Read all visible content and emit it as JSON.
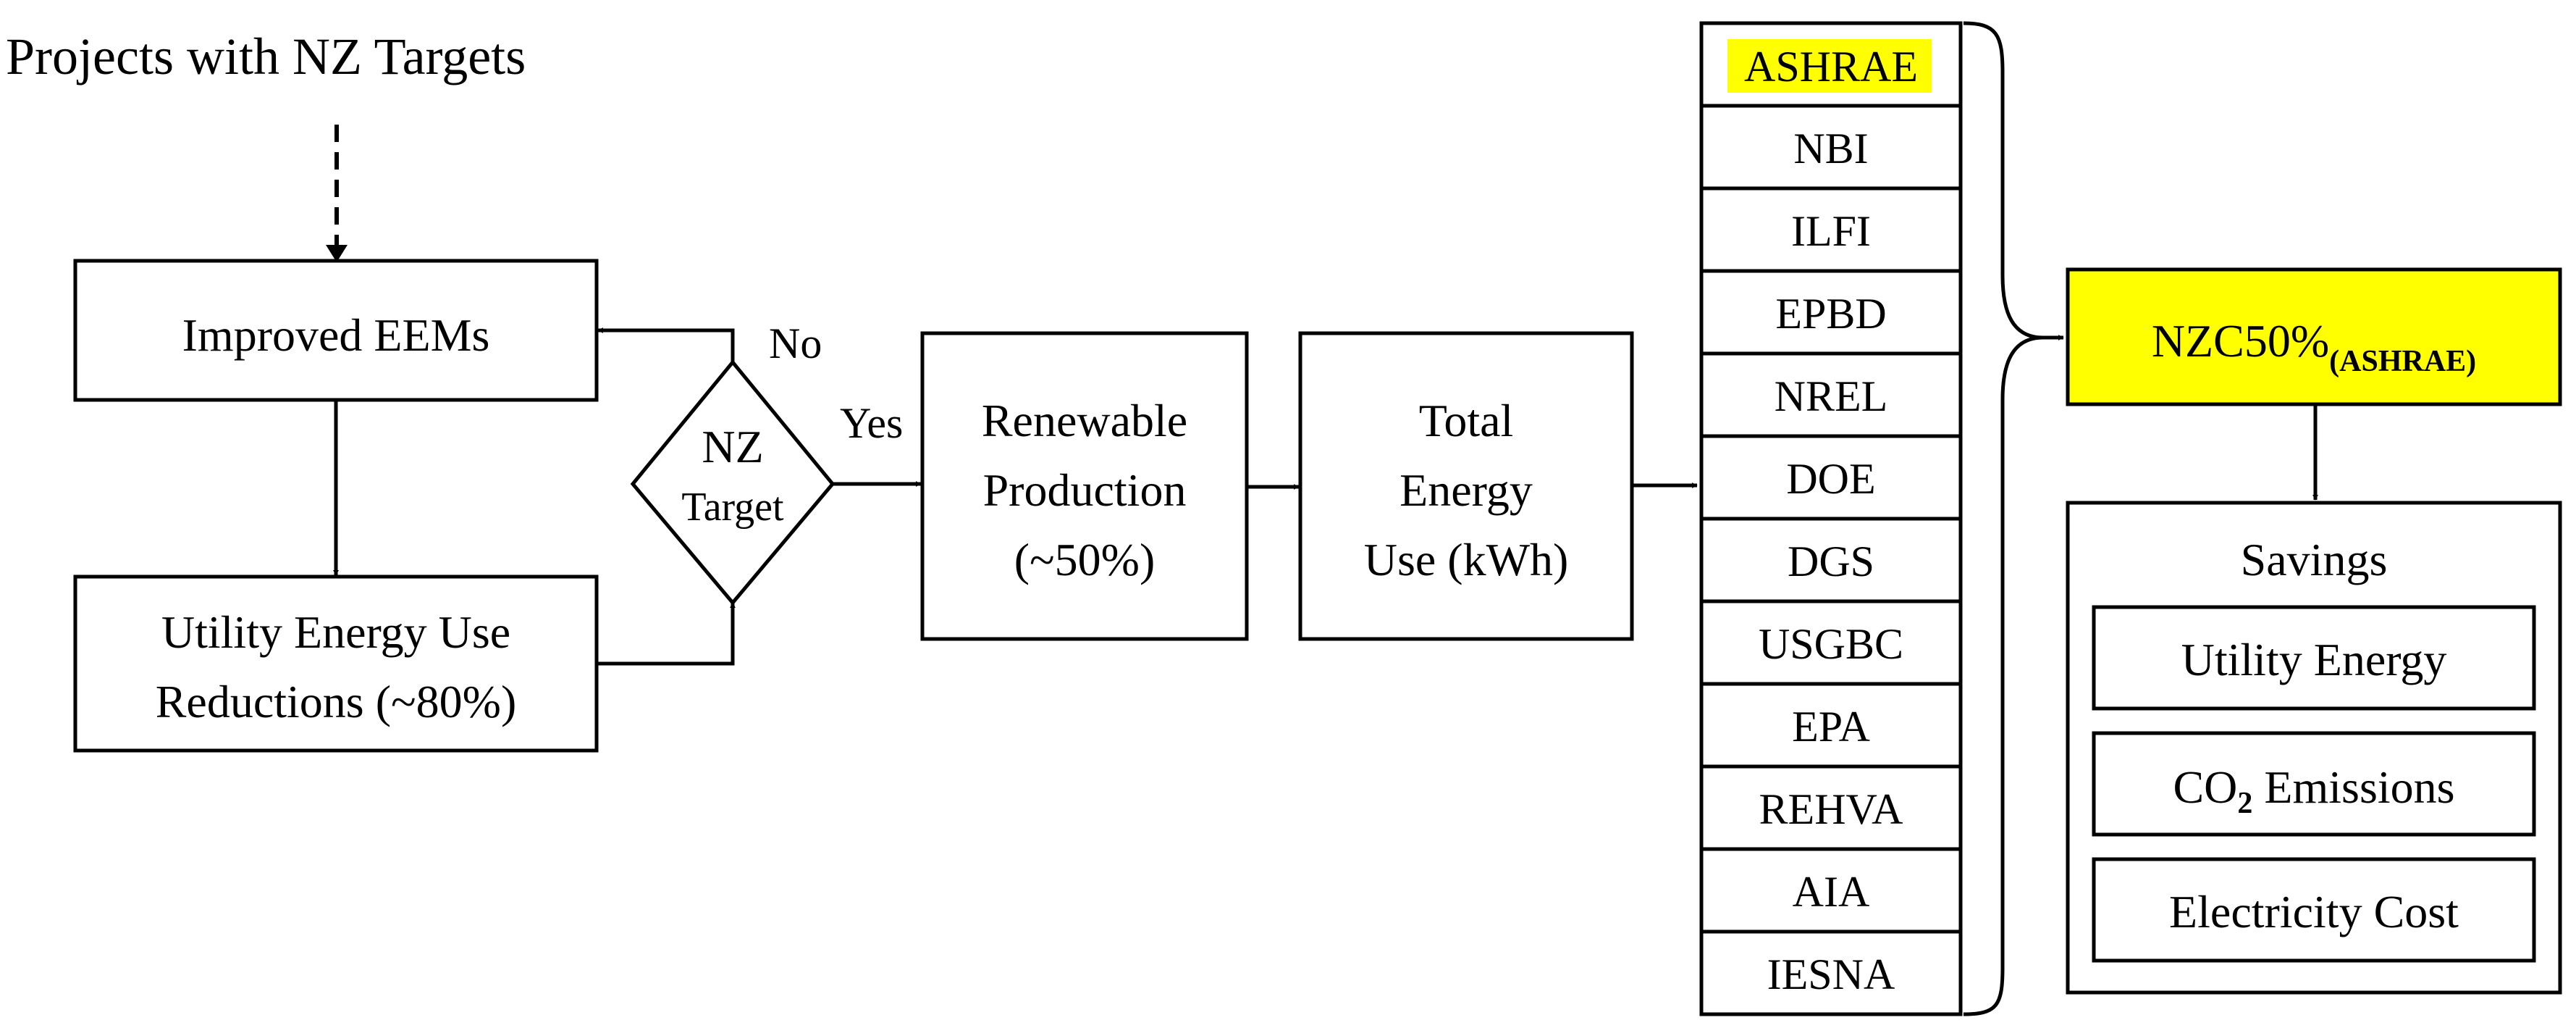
{
  "colors": {
    "highlight": "#FFFF00",
    "line": "#000000",
    "background": "#FFFFFF"
  },
  "title": "Projects with NZ Targets",
  "improved_eems": "Improved EEMs",
  "utility_reductions": {
    "line1": "Utility Energy Use",
    "line2": "Reductions (~80%)"
  },
  "decision": {
    "line1": "NZ",
    "line2": "Target",
    "no_label": "No",
    "yes_label": "Yes"
  },
  "renewable": {
    "line1": "Renewable",
    "line2": "Production",
    "line3": "(~50%)"
  },
  "total_energy": {
    "line1": "Total",
    "line2": "Energy",
    "line3": "Use (kWh)"
  },
  "organizations": [
    "ASHRAE",
    "NBI",
    "ILFI",
    "EPBD",
    "NREL",
    "DOE",
    "DGS",
    "USGBC",
    "EPA",
    "REHVA",
    "AIA",
    "IESNA"
  ],
  "nzc": {
    "main": "NZC50%",
    "subscript": "(ASHRAE)"
  },
  "savings": {
    "title": "Savings",
    "utility_energy": "Utility Energy",
    "co2": {
      "prefix": "CO",
      "subscript": "2",
      "suffix": " Emissions"
    },
    "electricity_cost": "Electricity Cost"
  }
}
